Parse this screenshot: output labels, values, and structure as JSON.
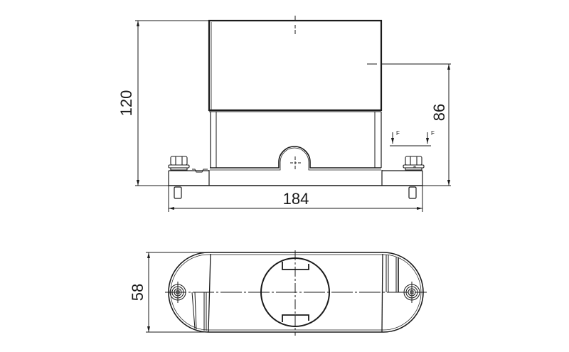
{
  "drawing": {
    "type": "technical-drawing",
    "views": [
      "front-view",
      "top-view"
    ],
    "line_color": "#1a1a1a"
  },
  "front_view": {
    "dim_height_total": "120",
    "dim_height_partial": "86",
    "dim_width": "184",
    "force_label_left": "F",
    "force_label_right": "F"
  },
  "top_view": {
    "dim_depth": "58"
  }
}
